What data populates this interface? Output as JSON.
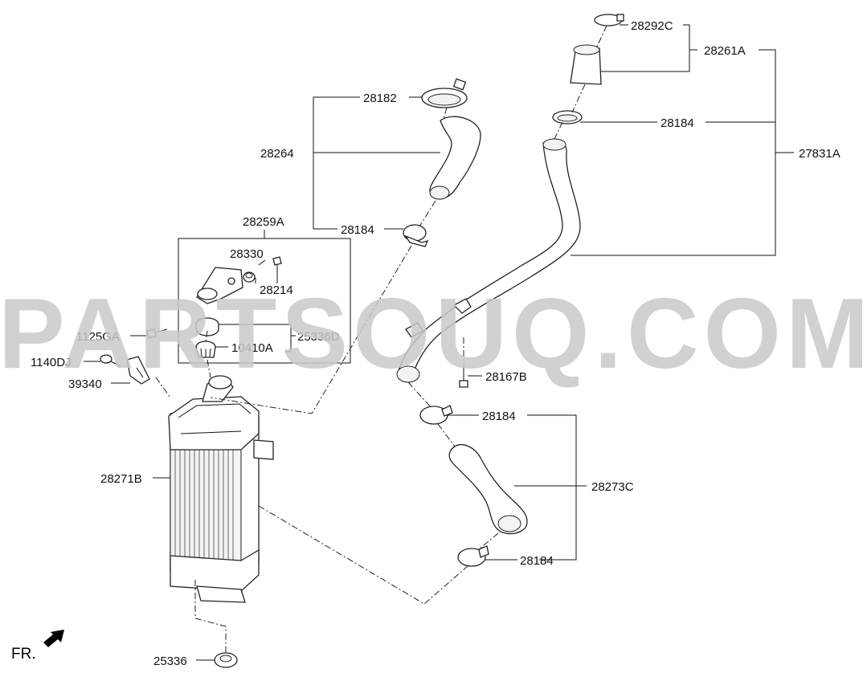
{
  "watermark": "PARTSOUQ.COM",
  "orientation_label": "FR.",
  "part_labels": {
    "p28292C": "28292C",
    "p28261A": "28261A",
    "p28182": "28182",
    "p28184_top_right": "28184",
    "p28264": "28264",
    "p27831A": "27831A",
    "p28259A": "28259A",
    "p28184_upper_left": "28184",
    "p28330": "28330",
    "p28214": "28214",
    "p1125GA": "1125GA",
    "p25336D": "25336D",
    "p10410A": "10410A",
    "p1140DJ": "1140DJ",
    "p39340": "39340",
    "p28167B": "28167B",
    "p28184_mid": "28184",
    "p28271B": "28271B",
    "p28273C": "28273C",
    "p28184_bottom": "28184",
    "p25336": "25336"
  }
}
